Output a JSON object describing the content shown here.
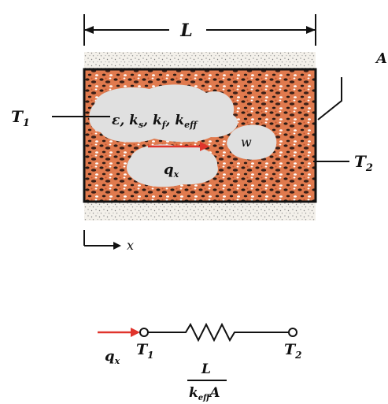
{
  "labels": {
    "length": "L",
    "area": "A",
    "temp_left": "T",
    "temp_left_sub": "1",
    "temp_right": "T",
    "temp_right_sub": "2",
    "pore_props": "ε, k",
    "pore_props_sub1": "s",
    "pore_props_mid1": ", k",
    "pore_props_sub2": "f",
    "pore_props_mid2": ", k",
    "pore_props_sub3": "eff",
    "flux": "q",
    "flux_sub": "x",
    "width": "w",
    "axis_x": "x"
  },
  "circuit": {
    "flux": "q",
    "flux_sub": "x",
    "node_left": "T",
    "node_left_sub": "1",
    "node_right": "T",
    "node_right_sub": "2",
    "resistance_num": "L",
    "resistance_den": "k",
    "resistance_den_sub": "eff",
    "resistance_den_tail": "A"
  },
  "colors": {
    "medium": "#e07a4e",
    "medium_dark": "#2a1a14",
    "pore": "#e0e0e0",
    "flux_arrow": "#e0342c",
    "insulation": "#f3f0ea",
    "line": "#111111"
  }
}
